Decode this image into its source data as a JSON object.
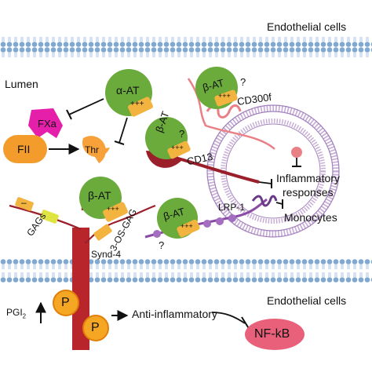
{
  "membranes": {
    "top_label": "Endothelial cells",
    "bottom_label": "Endothelial cells",
    "color_head": "#7fa8d2",
    "color_tail": "#d5e4f2"
  },
  "lumen_label": "Lumen",
  "coagulation": {
    "fxa": "FXa",
    "fii": "FII",
    "thr": "Thr",
    "alpha_at": "α-AT",
    "charges": "+++"
  },
  "receptors": {
    "beta_at": "β-AT",
    "cd300f": "CD300f",
    "cd13": "CD13",
    "lrp1": "LRP-1",
    "gags": "GAGs",
    "os_gag": "3-OS-GAG",
    "synd4": "Synd-4",
    "question": "?",
    "minus": "–"
  },
  "cell": {
    "inflammatory": "Inflammatory",
    "responses": "responses",
    "monocytes": "Monocytes"
  },
  "signaling": {
    "p": "P",
    "pgi2": "PGI",
    "pgi2_sub": "2",
    "anti": "Anti-inflammatory",
    "nfkb": "NF-kB"
  },
  "colors": {
    "at_green": "#6aab3c",
    "charge_orange": "#f3b43f",
    "fxa_magenta": "#e51fa9",
    "fii_orange": "#f39c2c",
    "thr_orange": "#f7a13a",
    "cd13_maroon": "#9b1f2b",
    "synd_red": "#b8252b",
    "pink_chain": "#e98085",
    "lrp_purple": "#8b4aa6",
    "gag_yellow": "#dfe443",
    "nfkb_pink": "#e8607a",
    "p_orange": "#f5a623"
  }
}
